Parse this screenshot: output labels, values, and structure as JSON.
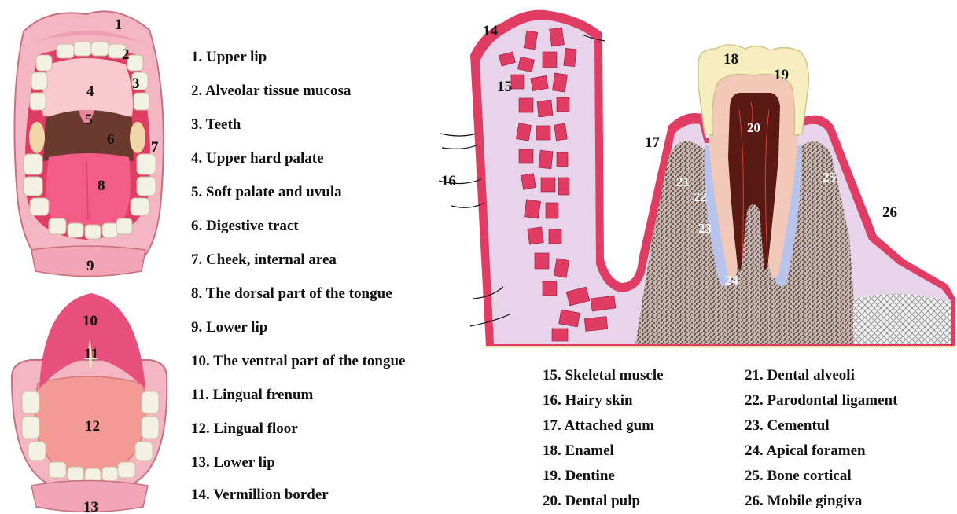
{
  "legend_left": [
    "1. Upper lip",
    "2. Alveolar tissue mucosa",
    "3. Teeth",
    "4. Upper hard palate",
    "5. Soft palate and uvula",
    "6. Digestive tract",
    "7. Cheek, internal area",
    "8. The dorsal part of the tongue",
    "9. Lower lip",
    "10. The ventral part of the tongue",
    "11. Lingual frenum",
    "12. Lingual floor",
    "13. Lower lip",
    "14. Vermillion border"
  ],
  "legend_mid": [
    "15. Skeletal muscle",
    "16. Hairy skin",
    "17. Attached gum",
    "18. Enamel",
    "19. Dentine",
    "20. Dental pulp"
  ],
  "legend_right": [
    "21. Dental alveoli",
    "22. Parodontal ligament",
    "23. Cementul",
    "24. Apical foramen",
    "25. Bone cortical",
    "26. Mobile gingiva"
  ],
  "markers": {
    "m1": "1",
    "m2": "2",
    "m3": "3",
    "m4": "4",
    "m5": "5",
    "m6": "6",
    "m7": "7",
    "m8": "8",
    "m9": "9",
    "m10": "10",
    "m11": "11",
    "m12": "12",
    "m13": "13",
    "m14": "14",
    "m15": "15",
    "m16": "16",
    "m17": "17",
    "m18": "18",
    "m19": "19",
    "m20": "20",
    "m21": "21",
    "m22": "22",
    "m23": "23",
    "m24": "24",
    "m25": "25",
    "m26": "26"
  },
  "colors": {
    "lip": "#f4b6c2",
    "lip_outline": "#c9707f",
    "mucosa": "#e03c64",
    "tongue": "#f25c87",
    "throat": "#6b3a2e",
    "tooth": "#f3f1e4",
    "tissue": "#e7d3ea",
    "pulp": "#5a1a14",
    "bone_dark": "#3a3a3a"
  }
}
